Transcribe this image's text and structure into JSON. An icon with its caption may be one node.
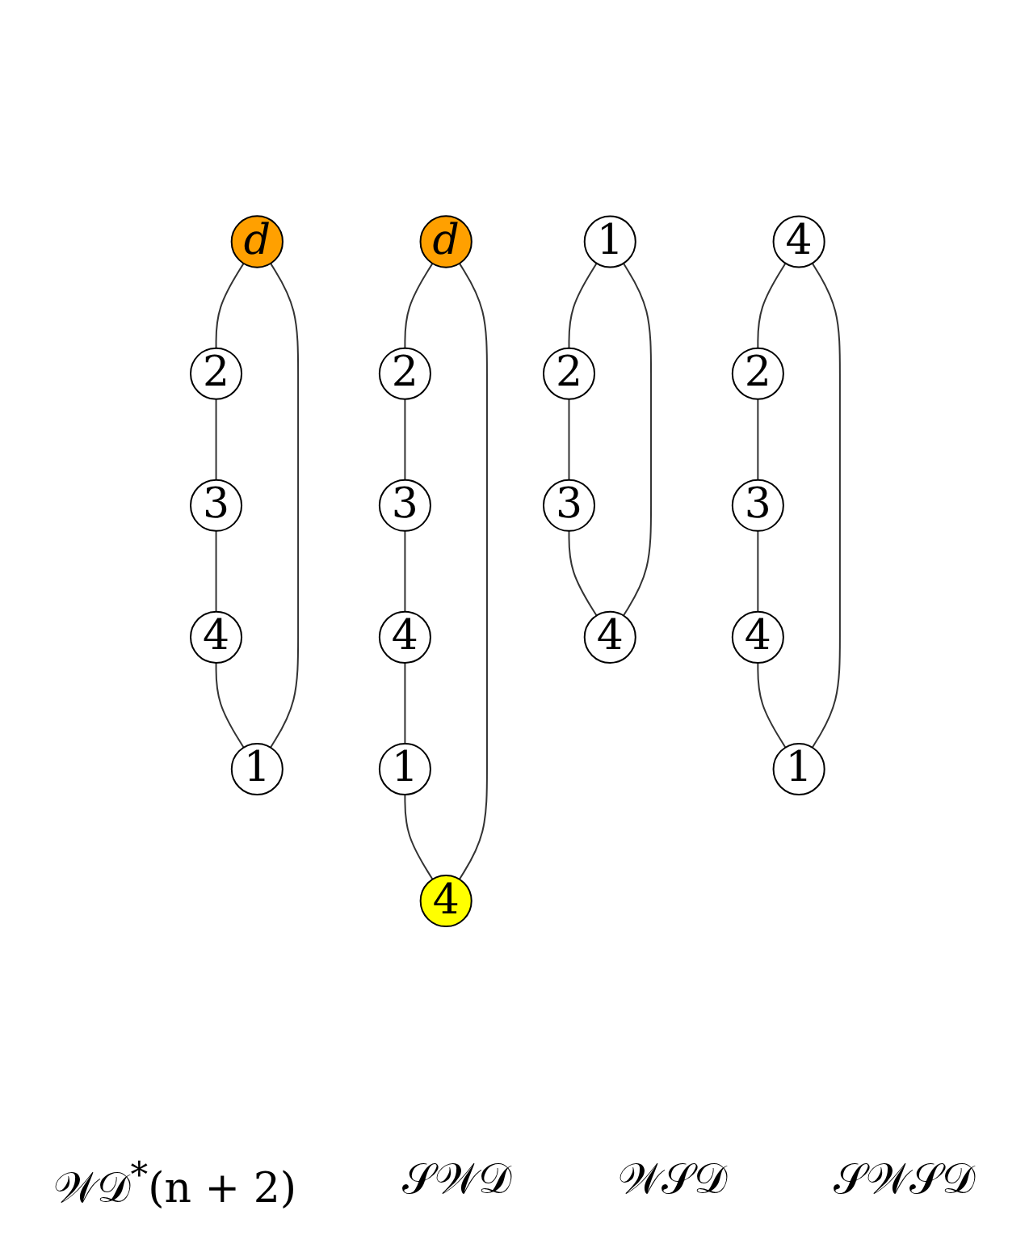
{
  "diagram": {
    "nodes": [
      {
        "text": [
          "d"
        ]
      },
      {
        "text": [
          "2"
        ]
      },
      {
        "text": [
          "3"
        ]
      },
      {
        "text": [
          "4"
        ]
      },
      {
        "text": [
          "1"
        ]
      },
      {
        "text": [
          "4"
        ]
      },
      {
        "text": [
          "d"
        ]
      },
      {
        "text": [
          "2"
        ]
      },
      {
        "text": [
          "3"
        ]
      },
      {
        "text": [
          "4"
        ]
      },
      {
        "text": [
          "1"
        ]
      },
      {
        "text": [
          "4"
        ]
      },
      {
        "text": [
          "2"
        ]
      },
      {
        "text": [
          "3"
        ]
      },
      {
        "text": [
          "4"
        ]
      },
      {
        "text": [
          "1"
        ]
      },
      {
        "text": [
          "1"
        ]
      },
      {
        "text": [
          "2"
        ]
      },
      {
        "text": [
          "3"
        ]
      },
      {
        "text": [
          "4"
        ]
      }
    ],
    "edges": [
      {
        "from": 0,
        "to": 1,
        "arrow": "none"
      },
      {
        "from": 1,
        "to": 2,
        "arrow": "none"
      },
      {
        "from": 2,
        "to": 3,
        "arrow": "none"
      },
      {
        "from": 3,
        "to": 4,
        "arrow": "none"
      },
      {
        "from": 4,
        "to": 5,
        "arrow": "none"
      },
      {
        "from": 5,
        "to": 0,
        "arrow": "none"
      },
      {
        "from": 6,
        "to": 7,
        "arrow": "none"
      },
      {
        "from": 7,
        "to": 8,
        "arrow": "none"
      },
      {
        "from": 8,
        "to": 9,
        "arrow": "none"
      },
      {
        "from": 9,
        "to": 10,
        "arrow": "none"
      },
      {
        "from": 10,
        "to": 6,
        "arrow": "none"
      },
      {
        "from": 11,
        "to": 12,
        "arrow": "none"
      },
      {
        "from": 12,
        "to": 13,
        "arrow": "none"
      },
      {
        "from": 13,
        "to": 14,
        "arrow": "none"
      },
      {
        "from": 14,
        "to": 15,
        "arrow": "none"
      },
      {
        "from": 15,
        "to": 11,
        "arrow": "none"
      },
      {
        "from": 16,
        "to": 17,
        "arrow": "none"
      },
      {
        "from": 17,
        "to": 18,
        "arrow": "none"
      },
      {
        "from": 18,
        "to": 19,
        "arrow": "none"
      },
      {
        "from": 19,
        "to": 16,
        "arrow": "none"
      }
    ],
    "labels": [
      "𝒲𝒟$^{*}$(n + 2)",
      "𝒮𝒲𝒟",
      "𝒲𝒮𝒟",
      "𝒮𝒲𝒮𝒟"
    ]
  }
}
